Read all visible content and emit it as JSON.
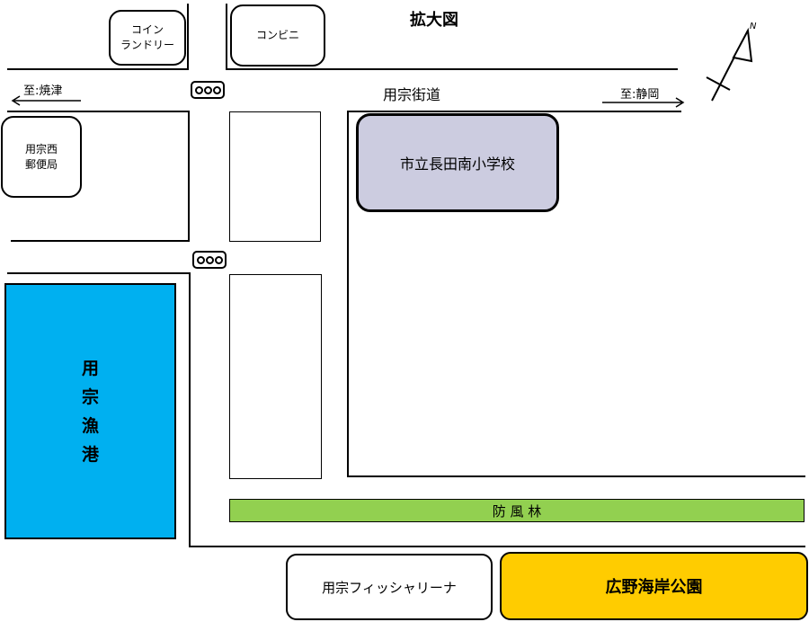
{
  "map": {
    "title": "拡大図",
    "road_name": "用宗街道",
    "direction_left": "至:焼津",
    "direction_right": "至:静岡",
    "north_symbol": "N",
    "colors": {
      "school": "#cccce0",
      "harbor": "#00b0f0",
      "forest": "#92d050",
      "park": "#ffcc00"
    },
    "places": {
      "coin_laundry": [
        "コイン",
        "ランドリー"
      ],
      "convenience_store": "コンビニ",
      "post_office": [
        "用宗西",
        "郵便局"
      ],
      "school": "市立長田南小学校",
      "harbor": [
        "用",
        "宗",
        "漁",
        "港"
      ],
      "windbreak_forest": "防 風 林",
      "marina": "用宗フィッシャリーナ",
      "park": "広野海岸公園"
    }
  }
}
